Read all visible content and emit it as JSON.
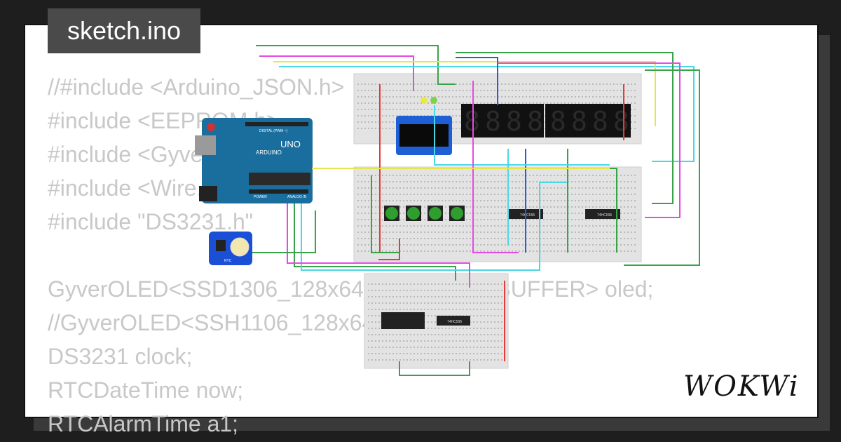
{
  "header": {
    "filename": "sketch.ino"
  },
  "code": {
    "lines": [
      "//#include <Arduino_JSON.h>",
      "#include <EEPROM.h>",
      "#include <GyverOLED.h>",
      "#include <Wire.h>",
      "#include \"DS3231.h\"",
      "",
      "GyverOLED<SSD1306_128x64, OLED_NO_BUFFER> oled;",
      "//GyverOLED<SSH1106_128x64> oled;",
      "DS3231 clock;",
      "RTCDateTime now;",
      "RTCAlarmTime a1;"
    ]
  },
  "diagram": {
    "arduino": {
      "label": "UNO",
      "brand": "ARDUINO",
      "header_digital": "DIGITAL (PWM ~)",
      "header_power": "POWER",
      "header_analog": "ANALOG IN"
    },
    "rtc": {
      "label": "RTC"
    },
    "seven_segment_digits": [
      "8",
      "8",
      "8",
      "8",
      "8",
      "8",
      "8",
      "8"
    ],
    "shift_register_label": "74HC595",
    "button_count": 4,
    "led_colors": [
      "#e8e84a",
      "#7fd34a"
    ],
    "colors": {
      "wire_green": "#3aa34a",
      "wire_red": "#e63b3b",
      "wire_blue": "#2b5cd8",
      "wire_magenta": "#e64ae6",
      "wire_cyan": "#4ad8e6",
      "wire_yellow": "#e6e64a",
      "arduino": "#1a6e9e",
      "rtc": "#1a4fd6"
    }
  },
  "brand": {
    "logo": "WOKWi"
  }
}
